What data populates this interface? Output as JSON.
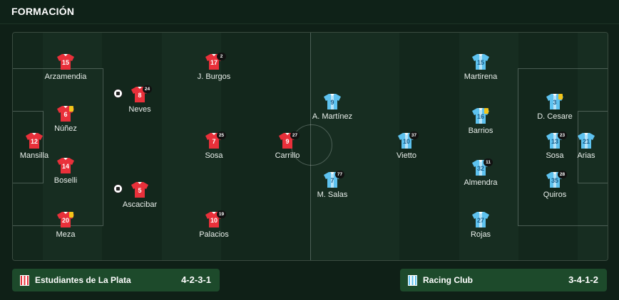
{
  "header": {
    "title": "FORMACIÓN"
  },
  "colors": {
    "home": "#e9303a",
    "away": "#5ec2ef",
    "card": "#f3c51a",
    "pitch": "#14281d"
  },
  "home_players": [
    {
      "num": "15",
      "name": "Arzamendia"
    },
    {
      "num": "6",
      "name": "Núñez",
      "card": true
    },
    {
      "num": "12",
      "name": "Mansilla"
    },
    {
      "num": "14",
      "name": "Boselli"
    },
    {
      "num": "20",
      "name": "Meza",
      "card": true
    },
    {
      "num": "8",
      "name": "Neves",
      "sub": "24",
      "goal": true
    },
    {
      "num": "5",
      "name": "Ascacibar",
      "goal": true
    },
    {
      "num": "17",
      "name": "J. Burgos",
      "sub": "2"
    },
    {
      "num": "7",
      "name": "Sosa",
      "sub": "25"
    },
    {
      "num": "10",
      "name": "Palacios",
      "sub": "19"
    },
    {
      "num": "9",
      "name": "Carrillo",
      "sub": "27"
    }
  ],
  "away_players": [
    {
      "num": "9",
      "name": "A. Martínez"
    },
    {
      "num": "7",
      "name": "M. Salas",
      "sub": "77"
    },
    {
      "num": "10",
      "name": "Vietto",
      "sub": "37",
      "card": true
    },
    {
      "num": "15",
      "name": "Martirena"
    },
    {
      "num": "16",
      "name": "Barrios",
      "card": true
    },
    {
      "num": "32",
      "name": "Almendra",
      "sub": "11"
    },
    {
      "num": "27",
      "name": "Rojas"
    },
    {
      "num": "3",
      "name": "D. Cesare",
      "card": true
    },
    {
      "num": "13",
      "name": "Sosa",
      "sub": "23"
    },
    {
      "num": "35",
      "name": "Quiros",
      "sub": "28"
    },
    {
      "num": "21",
      "name": "Arias"
    }
  ],
  "home_team": {
    "name": "Estudiantes de La Plata",
    "formation": "4-2-3-1"
  },
  "away_team": {
    "name": "Racing Club",
    "formation": "3-4-1-2"
  }
}
